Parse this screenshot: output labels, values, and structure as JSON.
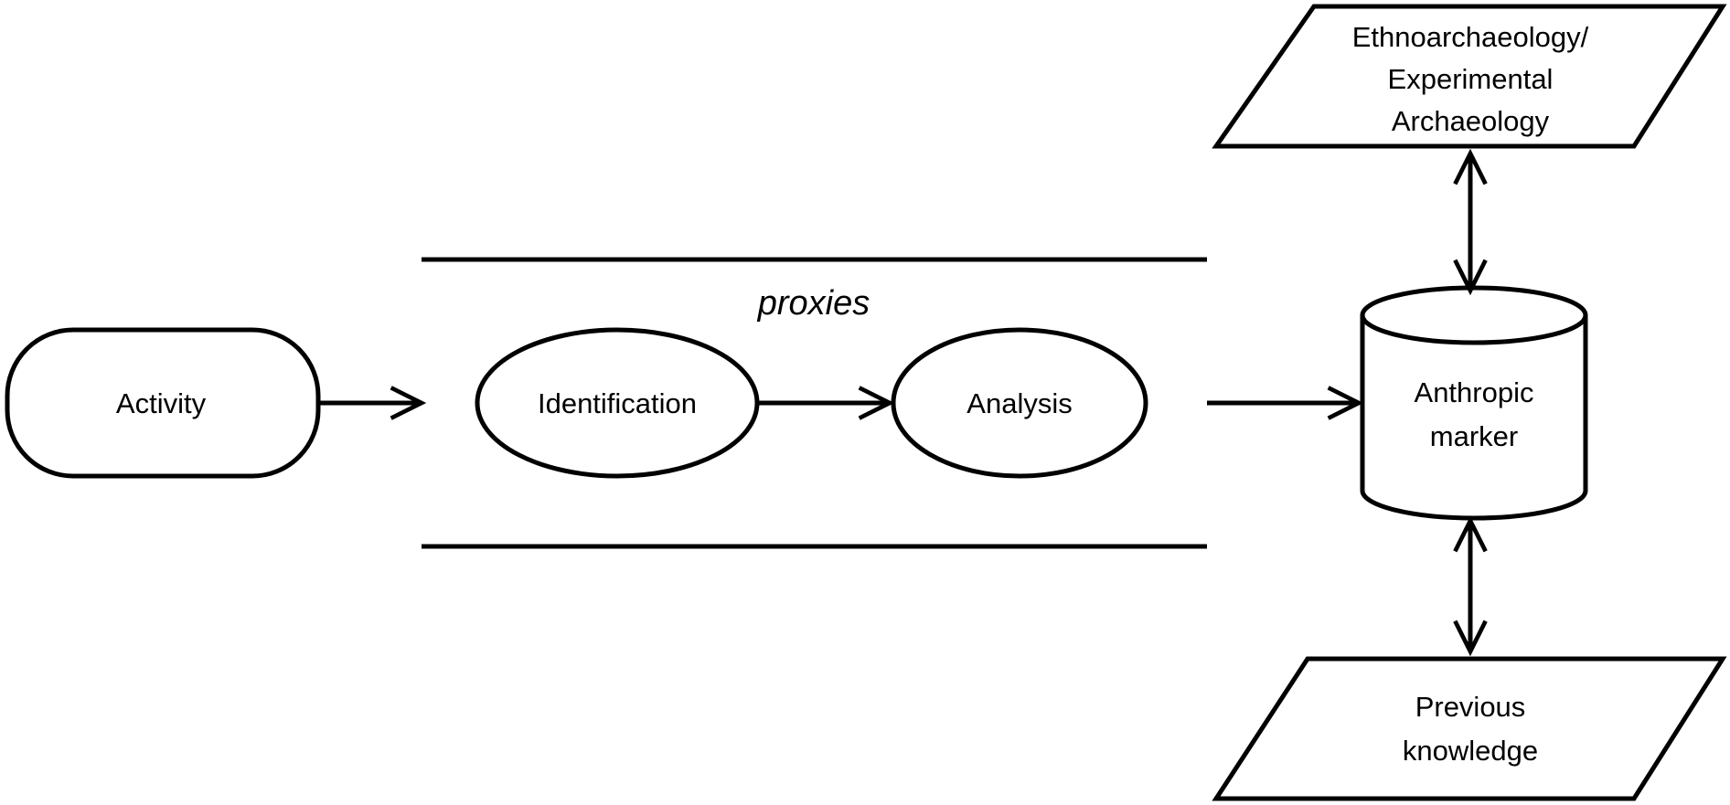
{
  "nodes": {
    "activity": "Activity",
    "identification": "Identification",
    "analysis": "Analysis",
    "marker": [
      "Anthropic",
      "marker"
    ],
    "ethno": [
      "Ethnoarchaeology/",
      "Experimental",
      "Archaeology"
    ],
    "previous": [
      "Previous",
      "knowledge"
    ]
  },
  "proxies_label": "proxies",
  "colors": {
    "stroke": "#000000",
    "fill": "#ffffff"
  }
}
